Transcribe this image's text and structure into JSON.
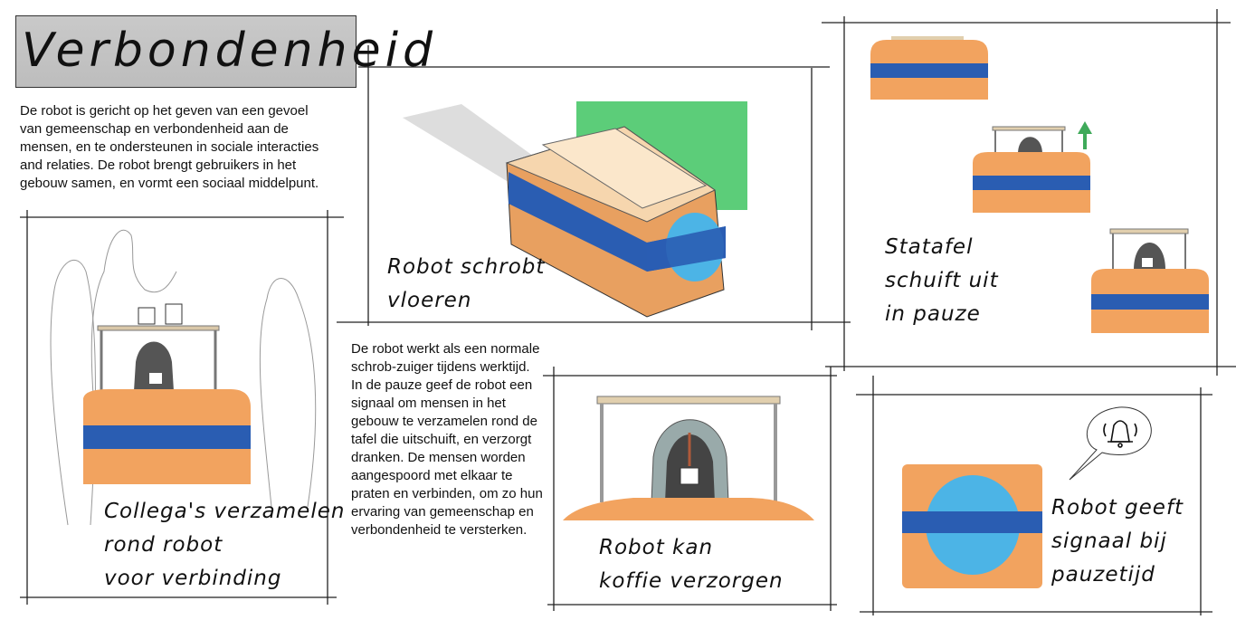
{
  "title": "Verbondenheid",
  "intro_text": "De robot is gericht op het geven van een gevoel van gemeenschap en verbondenheid aan de mensen, en te ondersteunen in sociale interacties and relaties. De robot brengt gebruikers in het gebouw samen, en vormt een sociaal middelpunt.",
  "body_text": "De robot werkt als een normale schrob-zuiger tijdens werktijd. In de pauze geef de robot een signaal om mensen in het gebouw te verzamelen rond de tafel die uitschuift, en verzorgt dranken. De mensen worden aangespoord met elkaar te praten en verbinden, om zo hun ervaring van gemeenschap en verbondenheid te versterken.",
  "panels": {
    "colleagues": {
      "lines": [
        "Collega's verzamelen",
        "rond robot",
        "voor verbinding"
      ]
    },
    "scrub": {
      "lines": [
        "Robot schrobt",
        "vloeren"
      ]
    },
    "coffee": {
      "lines": [
        "Robot kan",
        "koffie verzorgen"
      ]
    },
    "table": {
      "lines": [
        "Statafel",
        "schuift uit",
        "in pauze"
      ]
    },
    "signal": {
      "lines": [
        "Robot geeft",
        "signaal bij",
        "pauzetijd"
      ]
    }
  },
  "colors": {
    "orange": "#f2a35f",
    "blue": "#2a5db2",
    "light_blue": "#4cb4e6",
    "green": "#5ccd79"
  }
}
